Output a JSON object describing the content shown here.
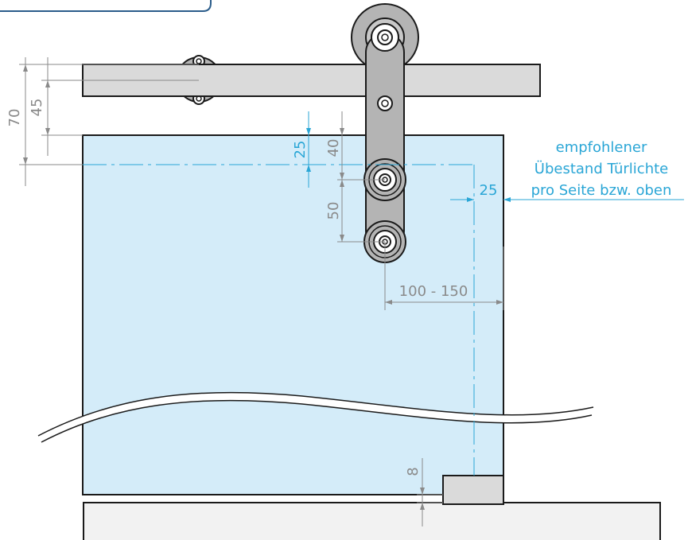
{
  "colors": {
    "glass": "#d4ecf9",
    "rail": "#dadada",
    "hanger": "#b4b4b4",
    "floor": "#f2f2f2",
    "dim_gray": "#8a8a8a",
    "dim_blue": "#2aa6d6",
    "outline": "#1a1a1a"
  },
  "dimensions": {
    "rail_mount": "70",
    "rail_height": "45",
    "glass_offset": "40",
    "overlap_top": "25",
    "overlap_side": "25",
    "roller_spacing": "50",
    "roller_edge": "100 - 150",
    "floor_gap": "8"
  },
  "note": {
    "line1": "empfohlener",
    "line2": "Übestand Türlichte",
    "line3": "pro Seite bzw. oben"
  }
}
